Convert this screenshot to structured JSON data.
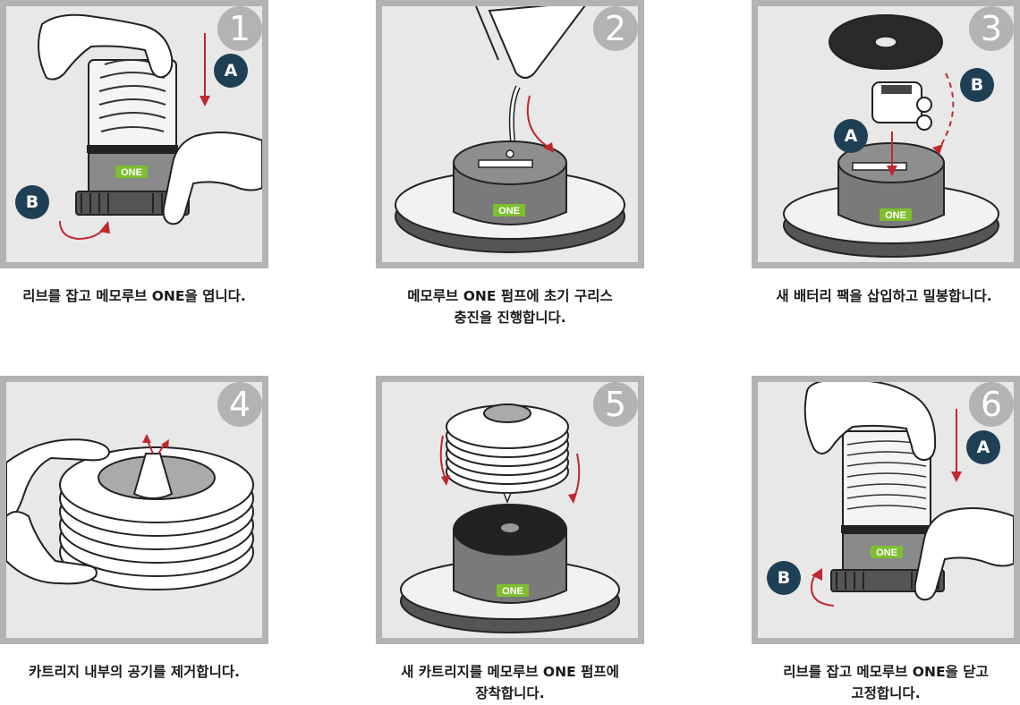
{
  "brand": "MEMOLUB",
  "product": "ONE",
  "colors": {
    "frame": "#b3b3b3",
    "panel": "#e8e8e8",
    "badge": "#1f3f55",
    "arrow": "#c0282d",
    "accent_green": "#7dbf2f"
  },
  "steps": [
    {
      "number": "1",
      "badges": [
        "A",
        "B"
      ],
      "caption": [
        "리브를 잡고 메모루브 ONE을 엽니다."
      ]
    },
    {
      "number": "2",
      "badges": [],
      "caption": [
        "메모루브 ONE 펌프에 초기 구리스",
        "충진을 진행합니다."
      ]
    },
    {
      "number": "3",
      "badges": [
        "A",
        "B"
      ],
      "caption": [
        "새 배터리 팩을 삽입하고 밀봉합니다."
      ]
    },
    {
      "number": "4",
      "badges": [],
      "caption": [
        "카트리지 내부의 공기를 제거합니다."
      ]
    },
    {
      "number": "5",
      "badges": [],
      "caption": [
        "새 카트리지를 메모루브 ONE 펌프에",
        "장착합니다."
      ]
    },
    {
      "number": "6",
      "badges": [
        "A",
        "B"
      ],
      "caption": [
        "리브를 잡고 메모루브 ONE을 닫고",
        "고정합니다."
      ]
    }
  ]
}
